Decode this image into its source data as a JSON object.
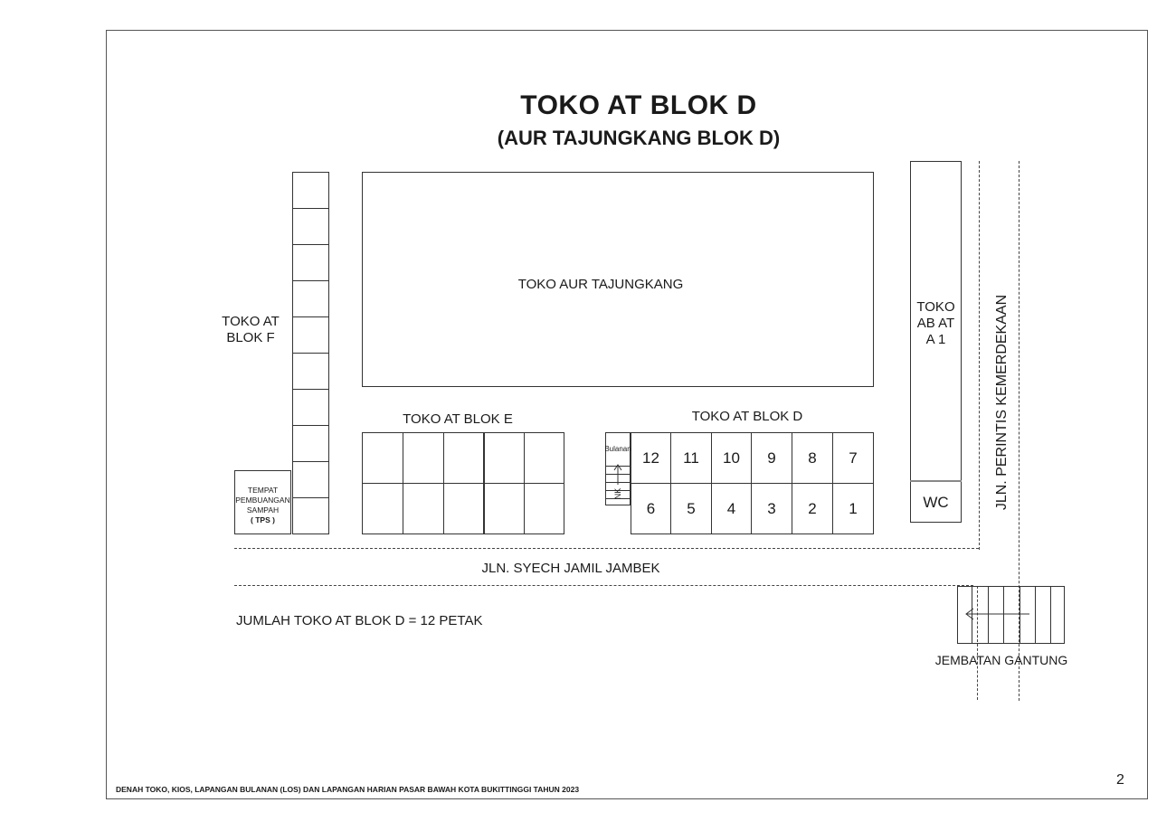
{
  "title": "TOKO  AT BLOK D",
  "subtitle": "(AUR TAJUNGKANG BLOK D)",
  "labels": {
    "toko_at_blok_f_line1": "TOKO AT",
    "toko_at_blok_f_line2": "BLOK F",
    "toko_aur_tajungkang": "TOKO AUR TAJUNGKANG",
    "toko_ab_at_line1": "TOKO",
    "toko_ab_at_line2": "AB AT",
    "toko_ab_at_line3": "A 1",
    "wc": "WC",
    "road_vertical": "JLN. PERINTIS KEMERDEKAAN",
    "toko_at_blok_e": "TOKO AT BLOK E",
    "toko_at_blok_d": "TOKO AT BLOK D",
    "bulanan": "Bulanan",
    "nk": "NK",
    "tps_line1": "TEMPAT",
    "tps_line2": "PEMBUANGAN",
    "tps_line3": "SAMPAH",
    "tps_line4": "( TPS )",
    "road_horizontal": "JLN. SYECH JAMIL JAMBEK",
    "summary": "JUMLAH TOKO AT BLOK D = 12 PETAK",
    "bridge": "JEMBATAN GANTUNG"
  },
  "blok_d_top_row": [
    "12",
    "11",
    "10",
    "9",
    "8",
    "7"
  ],
  "blok_d_bottom_row": [
    "6",
    "5",
    "4",
    "3",
    "2",
    "1"
  ],
  "footer": "DENAH TOKO, KIOS, LAPANGAN BULANAN (LOS) DAN LAPANGAN HARIAN PASAR BAWAH KOTA BUKITTINGGI TAHUN 2023",
  "page_number": "2"
}
